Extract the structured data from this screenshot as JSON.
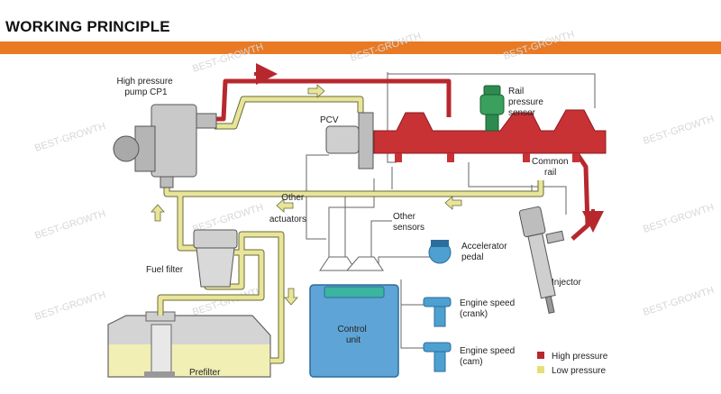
{
  "header": {
    "title": "WORKING PRINCIPLE",
    "band_color": "#e97a23"
  },
  "watermark": "BEST-GROWTH",
  "labels": {
    "pump": [
      "High pressure",
      "pump CP1"
    ],
    "pcv": "PCV",
    "rail_sensor": [
      "Rail",
      "pressure",
      "sensor"
    ],
    "common_rail": [
      "Common",
      "rail"
    ],
    "other_actuators": [
      "Other",
      "actuators"
    ],
    "other_sensors": [
      "Other",
      "sensors"
    ],
    "fuel_filter": "Fuel filter",
    "accelerator": [
      "Accelerator",
      "pedal"
    ],
    "injector": "Injector",
    "control_unit": [
      "Control",
      "unit"
    ],
    "crank": [
      "Engine speed",
      "(crank)"
    ],
    "cam": [
      "Engine speed",
      "(cam)"
    ],
    "prefilter": "Prefilter"
  },
  "legend": [
    {
      "label": "High pressure",
      "color": "#b7282e"
    },
    {
      "label": "Low pressure",
      "color": "#e3e07a"
    }
  ],
  "colors": {
    "high_pressure": "#b7282e",
    "low_pressure": "#e8e59a",
    "control_unit": "#5fa4d6",
    "sensor": "#4da0d0",
    "rail_sensor": "#2e8b4f",
    "tank_fuel": "#f2efb5"
  }
}
